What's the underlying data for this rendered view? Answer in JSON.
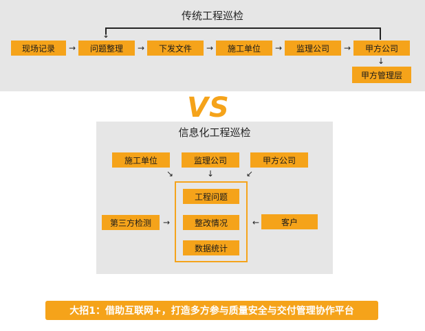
{
  "traditional": {
    "title": "传统工程巡检",
    "flow": [
      "现场记录",
      "问题整理",
      "下发文件",
      "施工单位",
      "监理公司",
      "甲方公司"
    ],
    "extra": "甲方管理层"
  },
  "vs_text": "VS",
  "informatized": {
    "title": "信息化工程巡检",
    "top": [
      "施工单位",
      "监理公司",
      "甲方公司"
    ],
    "left": "第三方检测",
    "right": "客户",
    "center": [
      "工程问题",
      "整改情况",
      "数据统计"
    ]
  },
  "banner": "大招1：借助互联网+，打造多方参与质量安全与交付管理协作平台",
  "arrows": {
    "right": "→",
    "left": "←",
    "down": "↓",
    "down_right": "↘",
    "down_left": "↙"
  },
  "colors": {
    "accent": "#f5a31a",
    "panel": "#e6e6e6",
    "text": "#1a1a1a"
  }
}
